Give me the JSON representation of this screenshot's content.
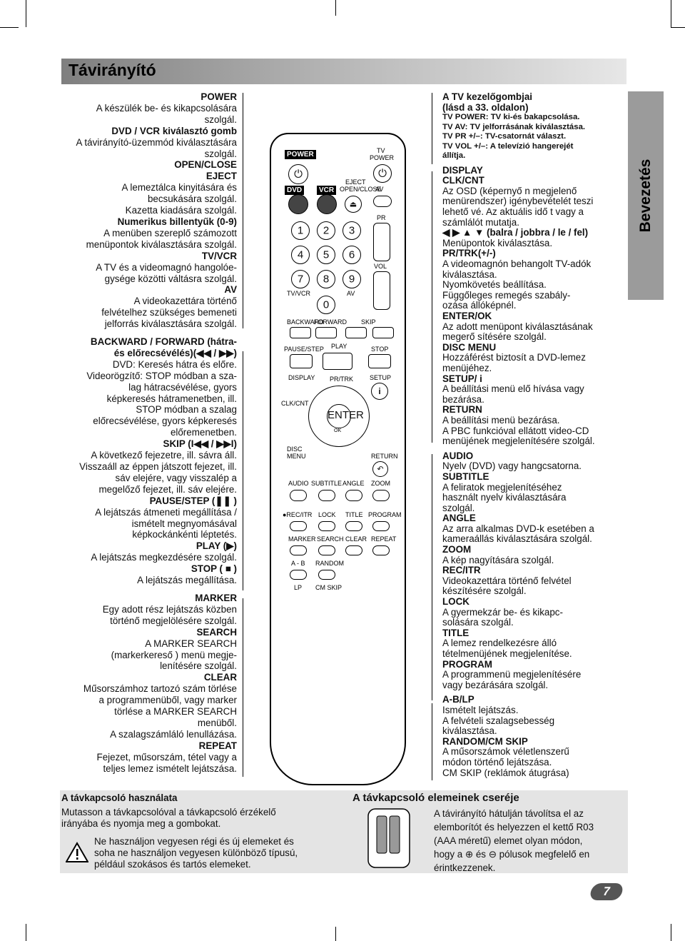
{
  "header": {
    "title": "Távirányító"
  },
  "left_descriptions": [
    {
      "t": "POWER",
      "b": true
    },
    {
      "t": "A készülék be- és kikapcsolására",
      "b": false
    },
    {
      "t": "szolgál.",
      "b": false
    },
    {
      "t": "DVD / VCR kiválasztó gomb",
      "b": true
    },
    {
      "t": "A távirányító-üzemmód kiválasztására",
      "b": false
    },
    {
      "t": "szolgál.",
      "b": false
    },
    {
      "t": "OPEN/CLOSE",
      "b": true
    },
    {
      "t": "EJECT",
      "b": true
    },
    {
      "t": "A lemeztálca kinyitására és",
      "b": false
    },
    {
      "t": "becsukására szolgál.",
      "b": false
    },
    {
      "t": "Kazetta kiadására szolgál.",
      "b": false
    },
    {
      "t": "Numerikus billentyűk (0-9)",
      "b": true
    },
    {
      "t": "A menüben szereplő számozott",
      "b": false
    },
    {
      "t": "menüpontok kiválasztására szolgál.",
      "b": false
    },
    {
      "t": "TV/VCR",
      "b": true
    },
    {
      "t": "A TV és a videomagnó hangolóe-",
      "b": false
    },
    {
      "t": "gysége közötti váltásra szolgál.",
      "b": false
    },
    {
      "t": "AV",
      "b": true
    },
    {
      "t": "A videokazettára történő",
      "b": false
    },
    {
      "t": "felvételhez szükséges bemeneti",
      "b": false
    },
    {
      "t": "jelforrás kiválasztására szolgál.",
      "b": false
    },
    {
      "t": "",
      "b": false
    },
    {
      "t": "BACKWARD / FORWARD (hátra-",
      "b": true
    },
    {
      "t": "és előrecsévélés)(◀◀ / ▶▶)",
      "b": true
    },
    {
      "t": "DVD: Keresés hátra és előre.",
      "b": false
    },
    {
      "t": "Videorögzítő: STOP módban a sza-",
      "b": false
    },
    {
      "t": "lag hátracsévélése, gyors",
      "b": false
    },
    {
      "t": "képkeresés hátramenetben, ill.",
      "b": false
    },
    {
      "t": "STOP módban a szalag",
      "b": false
    },
    {
      "t": "előrecsévélése, gyors képkeresés",
      "b": false
    },
    {
      "t": "előremenetben.",
      "b": false
    },
    {
      "t": "SKIP (I◀◀ / ▶▶I)",
      "b": true
    },
    {
      "t": "A következő fejezetre, ill. sávra áll.",
      "b": false
    },
    {
      "t": "Visszaáll az éppen játszott fejezet, ill.",
      "b": false
    },
    {
      "t": "sáv elejére, vagy visszalép a",
      "b": false
    },
    {
      "t": "megelőző fejezet, ill. sáv elejére.",
      "b": false
    },
    {
      "t": "PAUSE/STEP (❚❚ )",
      "b": true
    },
    {
      "t": "A lejátszás átmeneti megállítása /",
      "b": false
    },
    {
      "t": "ismételt megnyomásával",
      "b": false
    },
    {
      "t": "képkockánkénti léptetés.",
      "b": false
    },
    {
      "t": "PLAY (▶)",
      "b": true
    },
    {
      "t": "A lejátszás megkezdésére szolgál.",
      "b": false
    },
    {
      "t": "STOP ( ■ )",
      "b": true
    },
    {
      "t": "A lejátszás megállítása.",
      "b": false
    },
    {
      "t": "",
      "b": false
    },
    {
      "t": "MARKER",
      "b": true
    },
    {
      "t": "Egy adott rész lejátszás közben",
      "b": false
    },
    {
      "t": "történő megjelölésére szolgál.",
      "b": false
    },
    {
      "t": "SEARCH",
      "b": true
    },
    {
      "t": "A MARKER SEARCH",
      "b": false
    },
    {
      "t": "(markerkereső ) menü megje-",
      "b": false
    },
    {
      "t": "lenítésére szolgál.",
      "b": false
    },
    {
      "t": "CLEAR",
      "b": true
    },
    {
      "t": "Műsorszámhoz tartozó szám törlése",
      "b": false
    },
    {
      "t": "a programmenüből, vagy marker",
      "b": false
    },
    {
      "t": "törlése a MARKER SEARCH",
      "b": false
    },
    {
      "t": "menüből.",
      "b": false
    },
    {
      "t": "A szalagszámláló lenullázása.",
      "b": false
    },
    {
      "t": "REPEAT",
      "b": true
    },
    {
      "t": "Fejezet, műsorszám, tétel vagy a",
      "b": false
    },
    {
      "t": "teljes lemez ismételt lejátszása.",
      "b": false
    }
  ],
  "right_descriptions": [
    {
      "t": "A TV kezelőgombjai",
      "s": "b"
    },
    {
      "t": "(lásd a 33. oldalon)",
      "s": "b"
    },
    {
      "t": "TV POWER: TV ki-és bakapcsolása.",
      "s": "sm"
    },
    {
      "t": "TV AV: TV jelforrásának kiválasztása.",
      "s": "sm"
    },
    {
      "t": "TV PR +/–: TV-csatornát választ.",
      "s": "sm"
    },
    {
      "t": "TV VOL +/–: A televízió hangerejét",
      "s": "sm"
    },
    {
      "t": "állítja.",
      "s": "sm"
    },
    {
      "t": "",
      "s": "gap"
    },
    {
      "t": "DISPLAY",
      "s": "b"
    },
    {
      "t": "CLK/CNT",
      "s": "b"
    },
    {
      "t": "Az OSD (képernyő n megjelenő",
      "s": "n"
    },
    {
      "t": "menürendszer) igénybevételét teszi",
      "s": "n"
    },
    {
      "t": "lehető vé. Az aktuális idő t vagy a",
      "s": "n"
    },
    {
      "t": "számlálót mutatja.",
      "s": "n"
    },
    {
      "t": "◀ ▶ ▲ ▼ (balra / jobbra / le / fel)",
      "s": "b"
    },
    {
      "t": "Menüpontok kiválasztása.",
      "s": "n"
    },
    {
      "t": "PR/TRK(+/-)",
      "s": "b"
    },
    {
      "t": "A videomagnón behangolt TV-adók",
      "s": "n"
    },
    {
      "t": "kiválasztása.",
      "s": "n"
    },
    {
      "t": "Nyomkövetés beállítása.",
      "s": "n"
    },
    {
      "t": "Függőleges remegés szabály-",
      "s": "n"
    },
    {
      "t": "ozása állóképnél.",
      "s": "n"
    },
    {
      "t": "ENTER/OK",
      "s": "b"
    },
    {
      "t": "Az adott menüpont kiválasztásának",
      "s": "n"
    },
    {
      "t": "megerő sítésére szolgál.",
      "s": "n"
    },
    {
      "t": "DISC MENU",
      "s": "b"
    },
    {
      "t": "Hozzáférést biztosít a DVD-lemez",
      "s": "n"
    },
    {
      "t": "menüjéhez.",
      "s": "n"
    },
    {
      "t": "SETUP/ i",
      "s": "b"
    },
    {
      "t": "A beállítási menü elő hívása vagy",
      "s": "n"
    },
    {
      "t": "bezárása.",
      "s": "n"
    },
    {
      "t": "RETURN",
      "s": "b"
    },
    {
      "t": "A beállítási menü bezárása.",
      "s": "n"
    },
    {
      "t": "A PBC funkcióval ellátott video-CD",
      "s": "n"
    },
    {
      "t": "menüjének megjelenítésére szolgál.",
      "s": "n"
    },
    {
      "t": "",
      "s": "gap"
    },
    {
      "t": "AUDIO",
      "s": "b"
    },
    {
      "t": "Nyelv (DVD) vagy hangcsatorna.",
      "s": "n"
    },
    {
      "t": "SUBTITLE",
      "s": "b"
    },
    {
      "t": "A feliratok megjelenítéséhez",
      "s": "n"
    },
    {
      "t": "használt nyelv kiválasztására",
      "s": "n"
    },
    {
      "t": "szolgál.",
      "s": "n"
    },
    {
      "t": "ANGLE",
      "s": "b"
    },
    {
      "t": "Az arra alkalmas DVD-k esetében a",
      "s": "n"
    },
    {
      "t": "kameraállás kiválasztására szolgál.",
      "s": "n"
    },
    {
      "t": "ZOOM",
      "s": "b"
    },
    {
      "t": "A kép nagyítására szolgál.",
      "s": "n"
    },
    {
      "t": "REC/ITR",
      "s": "b"
    },
    {
      "t": "Videokazettára történő felvétel",
      "s": "n"
    },
    {
      "t": "készítésére szolgál.",
      "s": "n"
    },
    {
      "t": "LOCK",
      "s": "b"
    },
    {
      "t": "A gyermekzár be- és kikapc-",
      "s": "n"
    },
    {
      "t": "solására szolgál.",
      "s": "n"
    },
    {
      "t": "TITLE",
      "s": "b"
    },
    {
      "t": "A lemez rendelkezésre álló",
      "s": "n"
    },
    {
      "t": "tételmenüjének megjelenítése.",
      "s": "n"
    },
    {
      "t": "PROGRAM",
      "s": "b"
    },
    {
      "t": "A programmenü megjelenítésére",
      "s": "n"
    },
    {
      "t": "vagy bezárására szolgál.",
      "s": "n"
    },
    {
      "t": "",
      "s": "gap"
    },
    {
      "t": "A-B/LP",
      "s": "b"
    },
    {
      "t": "Ismételt lejátszás.",
      "s": "n"
    },
    {
      "t": "A felvételi szalagsebesség",
      "s": "n"
    },
    {
      "t": "kiválasztása.",
      "s": "n"
    },
    {
      "t": "RANDOM/CM SKIP",
      "s": "b"
    },
    {
      "t": "A műsorszámok véletlenszerű",
      "s": "n"
    },
    {
      "t": "módon történő lejátszása.",
      "s": "n"
    },
    {
      "t": "CM SKIP (reklámok átugrása)",
      "s": "n"
    }
  ],
  "side_tab": "Bevezetés",
  "remote_labels": {
    "power": "POWER",
    "dvd": "DVD",
    "vcr": "VCR",
    "eject": "EJECT",
    "openclose": "OPEN/CLOSE",
    "tv": "TV",
    "tvpower": "POWER",
    "av_tv": "AV",
    "pr": "PR",
    "vol": "VOL",
    "n1": "1",
    "n2": "2",
    "n3": "3",
    "n4": "4",
    "n5": "5",
    "n6": "6",
    "n7": "7",
    "n8": "8",
    "n9": "9",
    "n0": "0",
    "tvvcr": "TV/VCR",
    "av": "AV",
    "backward": "BACKWARD",
    "forward": "FORWARD",
    "skip": "SKIP",
    "pausestep": "PAUSE/STEP",
    "play": "PLAY",
    "stop": "STOP",
    "display": "DISPLAY",
    "prtrk": "PR/TRK",
    "setup": "SETUP",
    "clkcnt": "CLK/CNT",
    "enter": "ENTER",
    "ok": "OK",
    "disc": "DISC",
    "menu": "MENU",
    "return": "RETURN",
    "audio": "AUDIO",
    "subtitle": "SUBTITLE",
    "angle": "ANGLE",
    "zoom": "ZOOM",
    "recitr": "●REC/ITR",
    "lock": "LOCK",
    "title": "TITLE",
    "program": "PROGRAM",
    "marker": "MARKER",
    "search": "SEARCH",
    "clear": "CLEAR",
    "repeat": "REPEAT",
    "ab": "A - B",
    "random": "RANDOM",
    "lp": "LP",
    "cmskip": "CM SKIP"
  },
  "bottom_left": {
    "title": "A távkapcsoló használata",
    "line1": "Mutasson a távkapcsolóval a távkapcsoló érzékelő",
    "line2": "irányába és nyomja meg a gombokat.",
    "warn1": "Ne használjon vegyesen régi és új elemeket és",
    "warn2": "soha ne használjon vegyesen különböző típusú,",
    "warn3": "például szokásos és tartós elemeket."
  },
  "bottom_right": {
    "title": "A távkapcsoló elemeinek cseréje",
    "line1": "A távirányító hátulján távolítsa el az",
    "line2": "elemborítót és helyezzen el kettő  R03",
    "line3": "(AAA méretű) elemet olyan módon,",
    "line4": "hogy a ⊕ és ⊖ pólusok megfelelő  en",
    "line5": "érintkezzenek."
  },
  "page_number": "7"
}
